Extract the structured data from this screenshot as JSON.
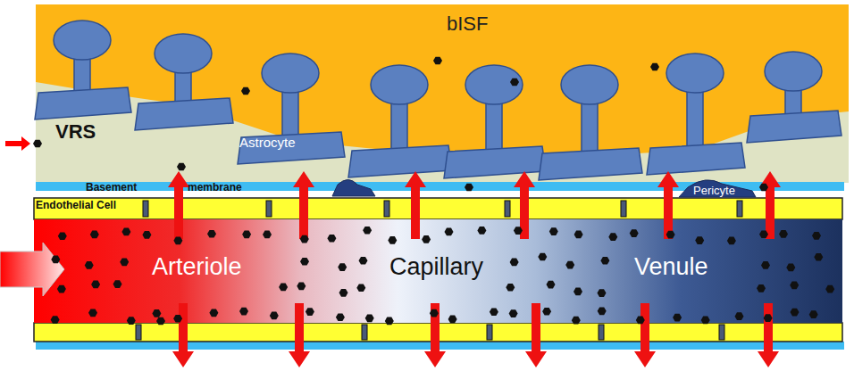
{
  "diagram": {
    "nodes": [
      {
        "text": [
          "bISF"
        ]
      },
      {
        "text": [
          "VRS"
        ]
      },
      {
        "text": [
          "Astrocyte"
        ]
      },
      {
        "text": [
          "Endothelial Cell"
        ]
      },
      {
        "text": [
          "Pericyte"
        ]
      },
      {
        "text": [
          "Arteriole",
          "Capillary",
          "Venule"
        ]
      }
    ],
    "labels": [
      "Basement",
      "membrane"
    ]
  }
}
